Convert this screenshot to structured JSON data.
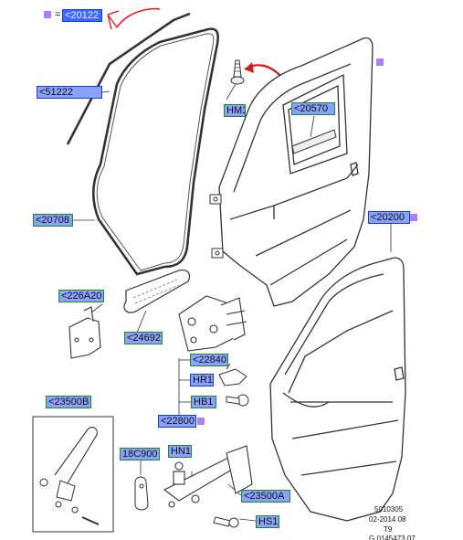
{
  "header": {
    "equals": "=",
    "selected_part": "<20122"
  },
  "labels": {
    "p51222": "<51222",
    "hm1": "HM1",
    "p20570": "<20570",
    "p20708": "<20708",
    "p20200": "<20200",
    "p226a20": "<226A20",
    "p24692": "<24692",
    "p22840": "<22840",
    "hr1": "HR1",
    "hb1": "HB1",
    "p22800": "<22800",
    "p23500b": "<23500B",
    "p18c900": "18C900",
    "hn1": "HN1",
    "p23500a": "<23500A",
    "hs1": "HS1"
  },
  "footer": {
    "line1": "5010305",
    "line2": "02-2014 08",
    "line3": "T9",
    "line4": "G 0145473 07"
  },
  "colors": {
    "label_fill": "#8aa2ff",
    "label_border_blue": "#1c3bd4",
    "label_border_green": "#1f8a2a",
    "marker": "#b07cff",
    "annotation": "#e02020"
  }
}
